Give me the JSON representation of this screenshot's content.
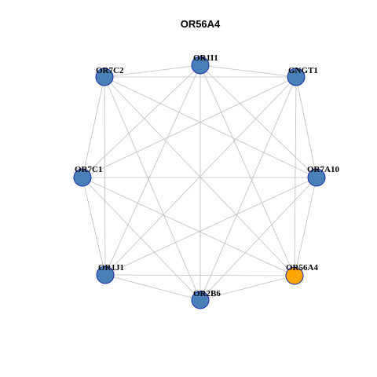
{
  "title": "OR56A4",
  "colors": {
    "node_default": "#4a80b8",
    "node_highlight": "#ffa500",
    "node_border": "#1a2ea8",
    "edge": "#bdbdbd"
  },
  "nodes": [
    {
      "id": "OR1I1",
      "highlight": false
    },
    {
      "id": "GNGT1",
      "highlight": false
    },
    {
      "id": "OR7A10",
      "highlight": false
    },
    {
      "id": "OR56A4",
      "highlight": true
    },
    {
      "id": "OR2B6",
      "highlight": false
    },
    {
      "id": "OR1J1",
      "highlight": false
    },
    {
      "id": "OR7C1",
      "highlight": false
    },
    {
      "id": "OR7C2",
      "highlight": false
    }
  ],
  "edges": "complete"
}
